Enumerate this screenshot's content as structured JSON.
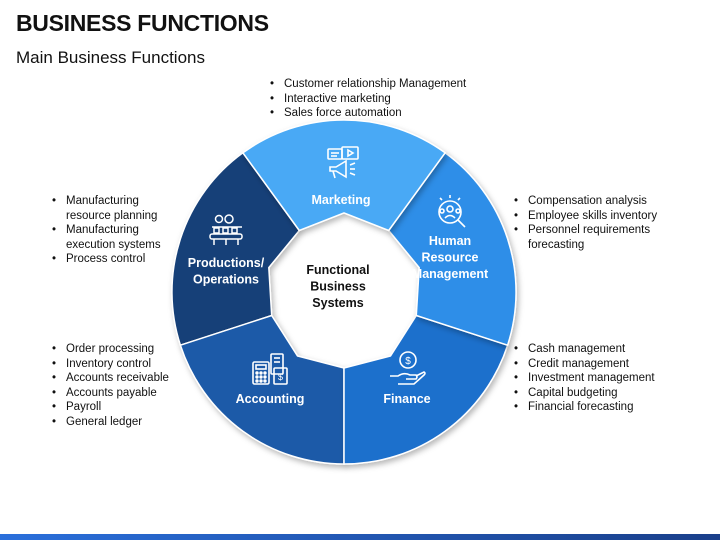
{
  "header": {
    "title": "BUSINESS FUNCTIONS",
    "subtitle": "Main Business Functions"
  },
  "center": {
    "lines": [
      "Functional",
      "Business",
      "Systems"
    ]
  },
  "segments": [
    {
      "key": "marketing",
      "lines": [
        "Marketing"
      ],
      "icon": "megaphone-icon",
      "color": "#48a9f5"
    },
    {
      "key": "hrm",
      "lines": [
        "Human",
        "Resource",
        "Management"
      ],
      "icon": "hr-search-icon",
      "color": "#2e8ee8"
    },
    {
      "key": "finance",
      "lines": [
        "Finance"
      ],
      "icon": "money-hand-icon",
      "color": "#1f6fcc"
    },
    {
      "key": "accounting",
      "lines": [
        "Accounting"
      ],
      "icon": "calculator-icon",
      "color": "#1c5aa8"
    },
    {
      "key": "operations",
      "lines": [
        "Productions/",
        "Operations"
      ],
      "icon": "production-line-icon",
      "color": "#163f78"
    }
  ],
  "bullets": {
    "marketing": [
      "Customer relationship Management",
      "Interactive marketing",
      "Sales force automation"
    ],
    "hrm": [
      "Compensation analysis",
      " Employee skills inventory",
      "Personnel requirements forecasting"
    ],
    "finance": [
      "Cash management",
      "Credit management",
      "Investment management",
      "Capital budgeting",
      " Financial forecasting"
    ],
    "accounting": [
      "Order processing",
      "Inventory control",
      "Accounts receivable",
      "Accounts payable",
      "Payroll",
      "General ledger"
    ],
    "operations": [
      "Manufacturing resource planning",
      "Manufacturing execution systems",
      "Process control"
    ]
  }
}
